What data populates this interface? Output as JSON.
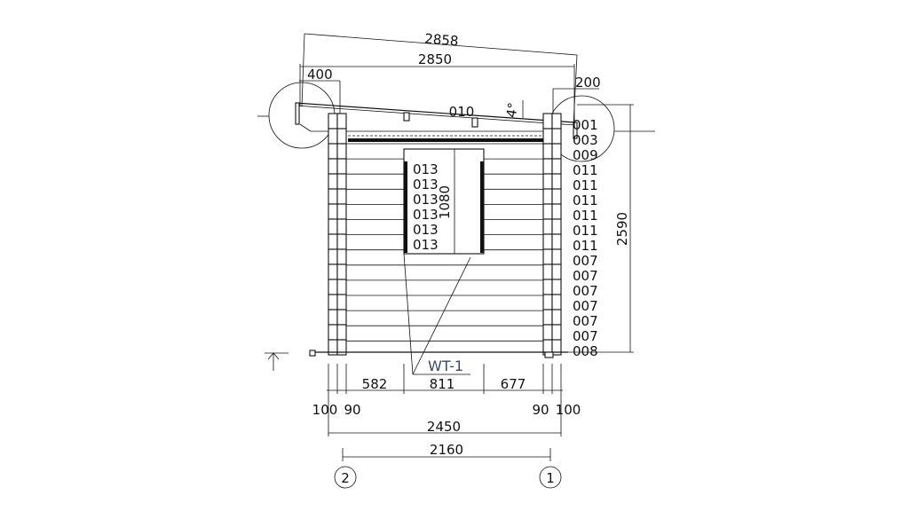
{
  "dims": {
    "roof_slope_length": "2858",
    "roof_length": "2850",
    "overhang_left": "400",
    "overhang_right": "200",
    "height": "2590",
    "window_height": "1080",
    "seg_left": "582",
    "seg_window": "811",
    "seg_right": "677",
    "wall_left_outer": "100",
    "wall_left_inner": "90",
    "wall_right_inner": "90",
    "wall_right_outer": "100",
    "total_width": "2450",
    "axis_span": "2160",
    "roof_angle": "4°"
  },
  "labels": {
    "roof_part": "010",
    "window_parts": [
      "013",
      "013",
      "013",
      "013",
      "013",
      "013"
    ],
    "right_parts": [
      "001",
      "003",
      "009",
      "011",
      "011",
      "011",
      "011",
      "011",
      "011",
      "007",
      "007",
      "007",
      "007",
      "007",
      "007",
      "008"
    ],
    "window_tag": "WT-1",
    "tag_color": "#3a4a6a"
  },
  "axes": [
    "2",
    "1"
  ]
}
